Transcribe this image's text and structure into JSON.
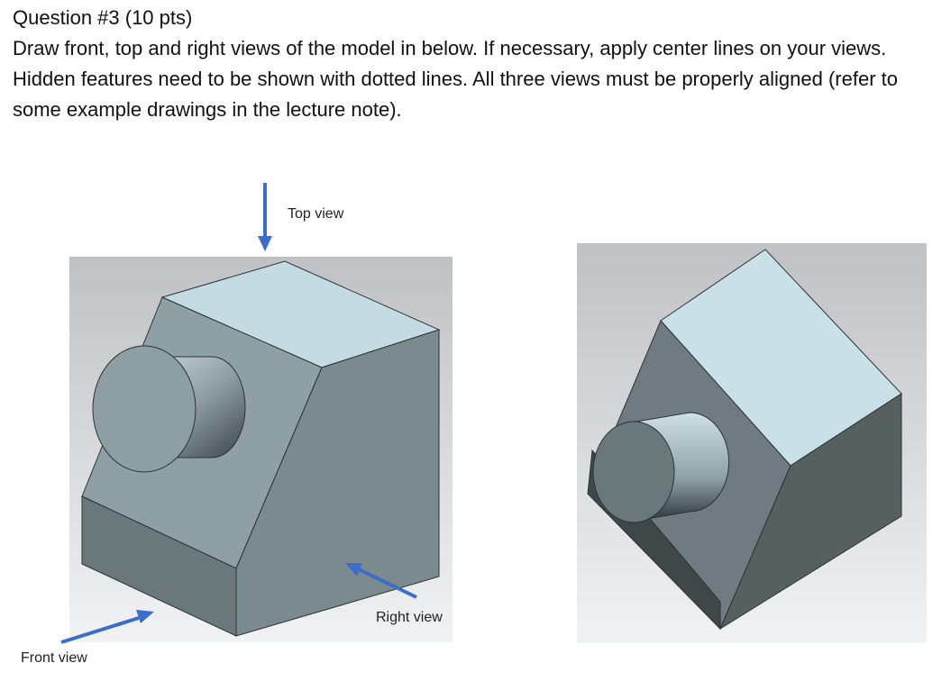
{
  "question": {
    "title": "Question #3 (10 pts)",
    "instructions": "Draw front, top and right views of the model in below. If necessary, apply center lines on your views. Hidden features need to be shown with dotted lines. All three views must be properly aligned (refer to some example drawings in the lecture note)."
  },
  "labels": {
    "top_view": "Top view",
    "right_view": "Right view",
    "front_view": "Front view"
  },
  "colors": {
    "arrow": "#3b6fc7",
    "top_face": "#c4dbe3",
    "front_face": "#8fa0a4",
    "right_face": "#7b8a8e",
    "base_face": "#6a787c"
  }
}
